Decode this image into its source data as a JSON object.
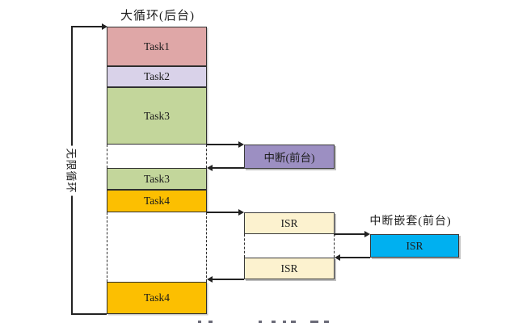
{
  "diagram": {
    "main_loop": {
      "title": "大循环(后台)",
      "infinite_loop_label": "无限循环",
      "blocks": {
        "task1": "Task1",
        "task2": "Task2",
        "task3": "Task3",
        "task3_resume": "Task3",
        "task4": "Task4",
        "task4_resume": "Task4"
      }
    },
    "interrupt": {
      "label": "中断(前台)"
    },
    "isr": {
      "first": "ISR",
      "second": "ISR"
    },
    "nested_interrupt": {
      "title": "中断嵌套(前台)",
      "label": "ISR"
    },
    "colors": {
      "task1": "#dfa7a7",
      "task2": "#d9d2e9",
      "task3": "#c3d69b",
      "task4": "#fcbf01",
      "interrupt": "#9c8fc2",
      "isr": "#fcf2cf",
      "nested_isr": "#00b0f0"
    }
  }
}
